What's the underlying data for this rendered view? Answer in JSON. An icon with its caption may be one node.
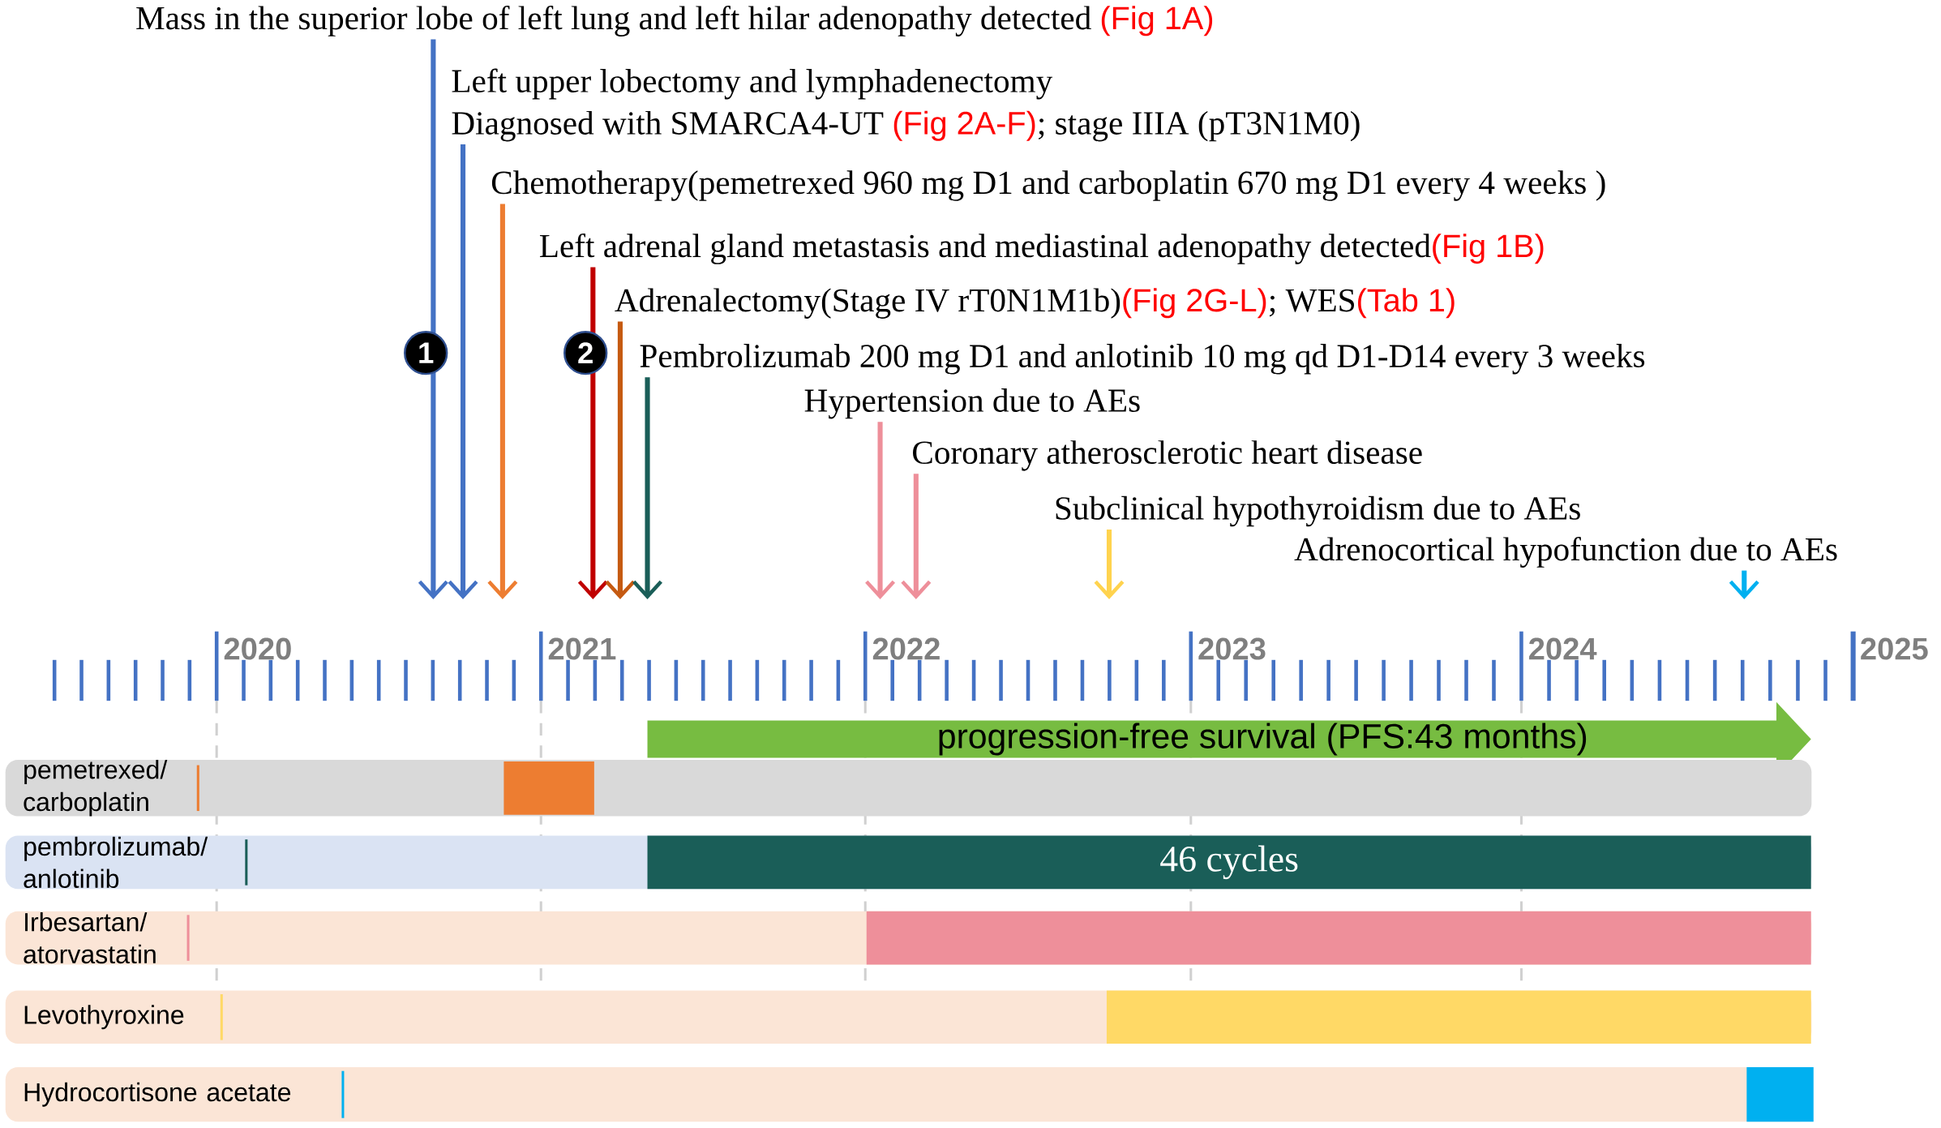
{
  "diagram": {
    "nodes": [
      {
        "text": [
          "Mass in the superior lobe of left lung and left hilar adenopathy detected",
          "(Fig 1A)"
        ]
      },
      {
        "text": [
          "Left upper lobectomy and lymphadenectomy",
          "Diagnosed with SMARCA4-UT",
          "(Fig 2A-F)",
          "; stage IIIA (pT3N1M0)"
        ]
      },
      {
        "text": [
          "Chemotherapy(pemetrexed 960 mg D1 and carboplatin 670 mg D1 every 4 weeks )"
        ]
      },
      {
        "text": [
          "Left adrenal gland metastasis and mediastinal adenopathy detected",
          "(Fig 1B)"
        ]
      },
      {
        "text": [
          "Adrenalectomy(Stage IV rT0N1M1b)",
          "(Fig 2G-L)",
          "; WES",
          "(Tab 1)"
        ]
      },
      {
        "text": [
          "Pembrolizumab 200 mg D1 and anlotinib 10 mg qd D1-D14 every 3 weeks"
        ]
      },
      {
        "text": [
          "Hypertension due to AEs"
        ]
      },
      {
        "text": [
          "Coronary atherosclerotic heart disease"
        ]
      },
      {
        "text": [
          "Subclinical hypothyroidism due to AEs"
        ]
      },
      {
        "text": [
          "Adrenocortical hypofunction due to AEs"
        ]
      },
      {
        "text": [
          "progression-free survival (PFS:43 months)"
        ]
      },
      {
        "text": [
          "pemetrexed/ carboplatin"
        ]
      },
      {
        "text": [],
        "shape": "bar",
        "in": 11
      },
      {
        "text": [
          "pembrolizumab/ anlotinib"
        ]
      },
      {
        "text": [
          "46 cycles"
        ],
        "in": 13
      },
      {
        "text": [
          "Irbesartan/ atorvastatin"
        ]
      },
      {
        "text": [],
        "shape": "bar",
        "in": 15
      },
      {
        "text": [
          "Levothyroxine"
        ]
      },
      {
        "text": [],
        "shape": "bar",
        "in": 17
      },
      {
        "text": [
          "Hydrocortisone acetate"
        ]
      },
      {
        "text": [],
        "shape": "bar",
        "in": 19
      }
    ],
    "edges": [
      {
        "from": 0,
        "to": null,
        "arrow": "to",
        "label": "1",
        "color": "#4472c4"
      },
      {
        "from": 1,
        "to": null,
        "arrow": "to",
        "color": "#4472c4"
      },
      {
        "from": 2,
        "to": null,
        "arrow": "to",
        "color": "#ed7d31"
      },
      {
        "from": 3,
        "to": null,
        "arrow": "to",
        "label": "2",
        "color": "#c00000"
      },
      {
        "from": 4,
        "to": null,
        "arrow": "to",
        "color": "#c55a11"
      },
      {
        "from": 5,
        "to": null,
        "arrow": "to",
        "color": "#1a5e58"
      },
      {
        "from": 6,
        "to": null,
        "arrow": "to",
        "color": "#ee8f9a"
      },
      {
        "from": 7,
        "to": null,
        "arrow": "to",
        "color": "#ee8f9a"
      },
      {
        "from": 8,
        "to": null,
        "arrow": "to",
        "color": "#ffd34e"
      },
      {
        "from": 9,
        "to": null,
        "arrow": "to",
        "color": "#00b0f0"
      }
    ],
    "labels": [
      "2020",
      "2021",
      "2022",
      "2023",
      "2024",
      "2025"
    ]
  }
}
